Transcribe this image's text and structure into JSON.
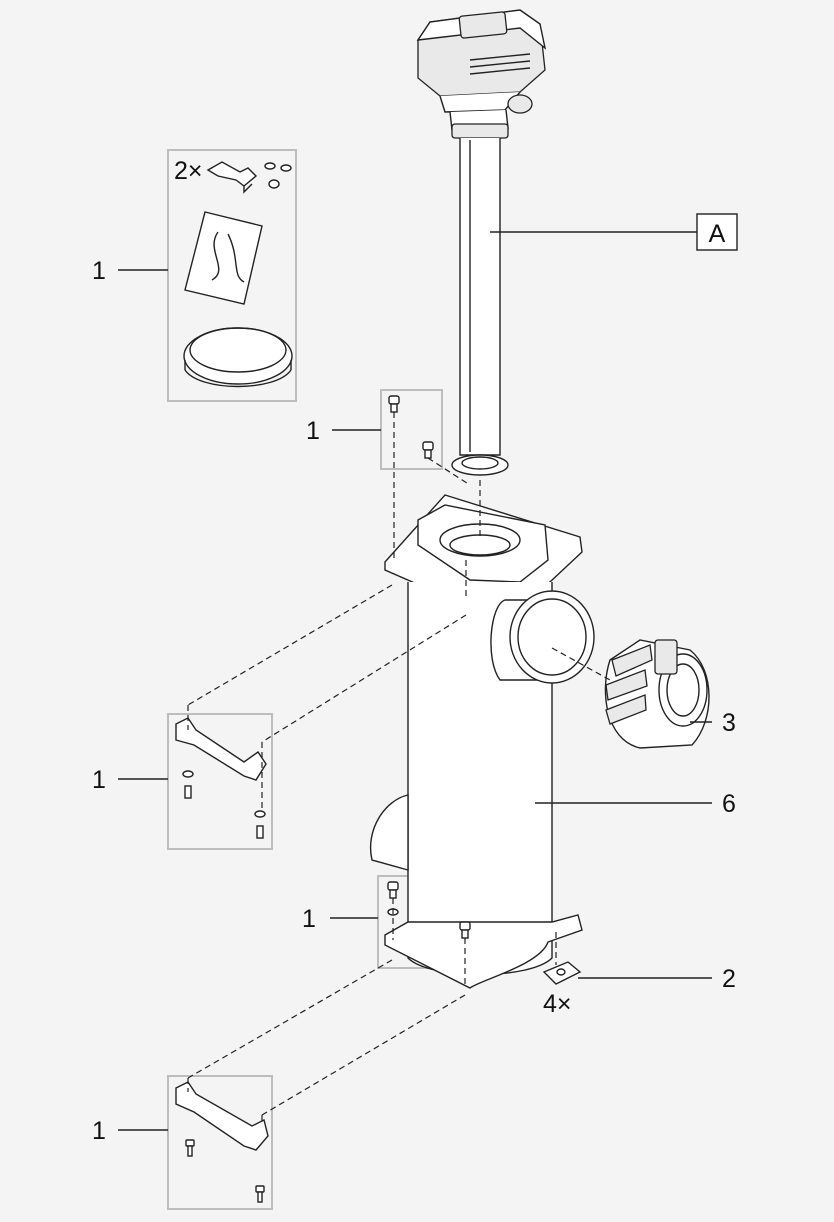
{
  "callouts": {
    "kit_top": "1",
    "screws_top": "1",
    "bracket_mid": "1",
    "screws_bottom": "1",
    "bracket_bottom": "1",
    "feet": "2",
    "coupling": "3",
    "housing": "6",
    "reference_a": "A"
  },
  "quantities": {
    "kit_brackets": "2×",
    "feet": "4×"
  }
}
